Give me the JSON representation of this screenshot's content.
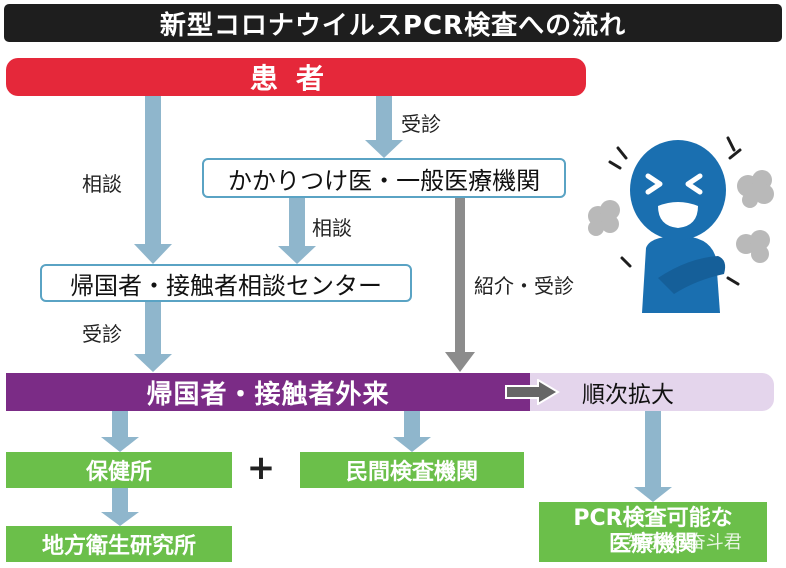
{
  "title": "新型コロナウイルスPCR検査への流れ",
  "patient": "患者",
  "consult_label_left": "相談",
  "visit_label_top": "受診",
  "clinic": "かかりつけ医・一般医療機関",
  "consult_label_mid": "相談",
  "center": "帰国者・接触者相談センター",
  "referral_label": "紹介・受診",
  "visit_label_bottom": "受診",
  "outpatient": "帰国者・接触者外来",
  "expansion": "順次拡大",
  "health_center": "保健所",
  "plus_sign": "+",
  "private_lab": "民間検査機関",
  "local_institute": "地方衛生研究所",
  "pcr_capable_line1": "PCR検査可能な",
  "pcr_capable_line2": "医療機関",
  "watermark": "知乎 @奋斗君",
  "colors": {
    "title_bg": "#1e1e1e",
    "patient": "#e5283a",
    "box_border": "#5aa3c4",
    "arrow_blue": "#8fb6cc",
    "arrow_gray": "#8c8c8c",
    "outpatient": "#7b2c86",
    "expansion_bg": "#e4d5ec",
    "green": "#6bbf4a",
    "figure": "#1a6fb0"
  }
}
